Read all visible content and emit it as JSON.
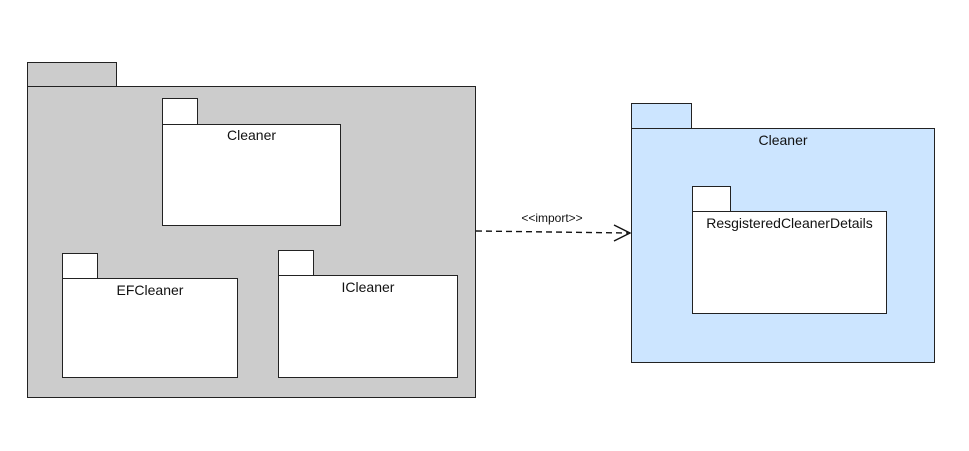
{
  "left_package": {
    "name": "",
    "fill_color": "#cccccc",
    "children": [
      {
        "name": "Cleaner"
      },
      {
        "name": "EFCleaner"
      },
      {
        "name": "ICleaner"
      }
    ]
  },
  "right_package": {
    "name": "Cleaner",
    "fill_color": "#cce5ff",
    "children": [
      {
        "name": "ResgisteredCleanerDetails"
      }
    ]
  },
  "dependency": {
    "stereotype": "<<import>>",
    "style": "dashed",
    "arrowhead": "open"
  }
}
